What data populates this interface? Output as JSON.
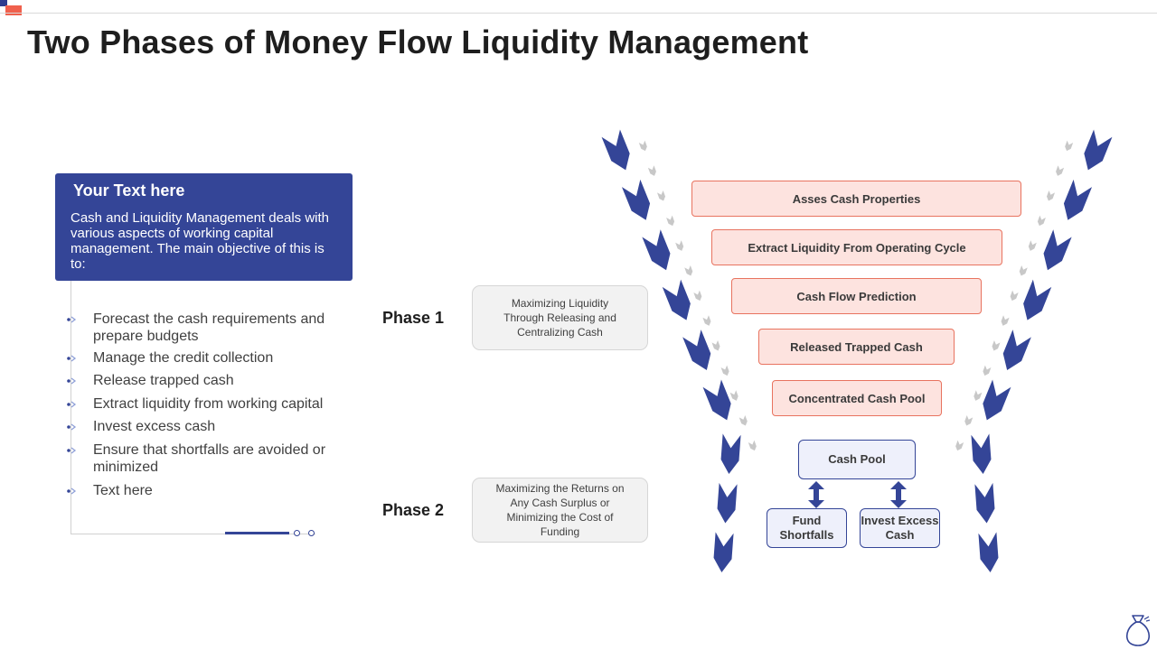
{
  "title": "Two Phases of Money Flow Liquidity Management",
  "intro": {
    "heading": "Your Text here",
    "body": "Cash and Liquidity Management deals with various aspects of working capital management. The main objective of this is to:"
  },
  "bullets": [
    "Forecast the cash requirements and prepare budgets",
    "Manage the credit collection",
    "Release trapped cash",
    "Extract liquidity from working capital",
    "Invest  excess cash",
    "Ensure that shortfalls are avoided or minimized",
    "Text here"
  ],
  "phases": [
    {
      "label": "Phase 1",
      "description": "Maximizing Liquidity Through Releasing and Centralizing Cash"
    },
    {
      "label": "Phase 2",
      "description": "Maximizing the Returns on Any Cash Surplus or Minimizing the Cost of Funding"
    }
  ],
  "funnel_steps": [
    "Asses  Cash Properties",
    "Extract Liquidity From Operating Cycle",
    "Cash Flow Prediction",
    "Released Trapped Cash",
    "Concentrated Cash Pool"
  ],
  "cash_pool": "Cash Pool",
  "outcomes": [
    "Fund Shortfalls",
    "Invest Excess Cash"
  ],
  "colors": {
    "accent": "#344597",
    "step_fill": "#fde3df",
    "step_border": "#e8735f",
    "phase_fill": "#f2f2f2",
    "arrow_gray": "#c8c8c8"
  },
  "icons": [
    "bullet-chevron-icon",
    "funnel-arrow-icon",
    "double-arrow-icon",
    "money-bag-icon"
  ]
}
